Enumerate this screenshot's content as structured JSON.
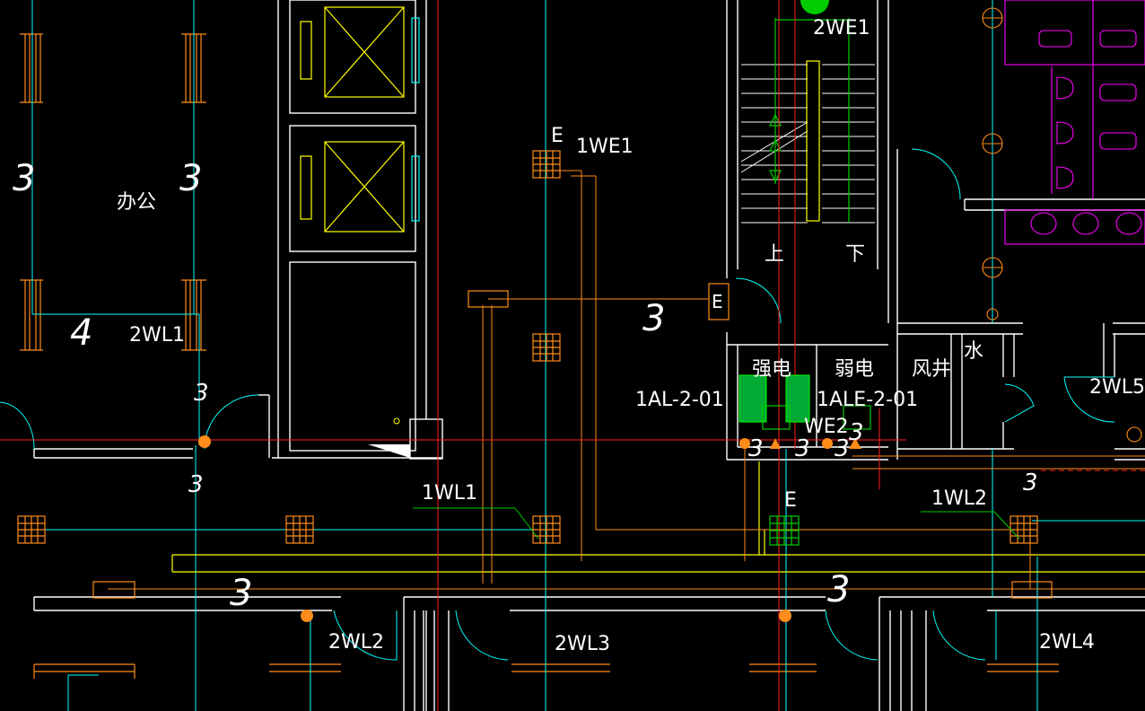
{
  "colors": {
    "wall": "#ffffff",
    "cyan": "#00ffff",
    "red": "#ff2020",
    "orange": "#ff8c1a",
    "yellow": "#ffff00",
    "green": "#00cc00",
    "magenta": "#ff00ff",
    "white": "#ffffff"
  },
  "rooms": {
    "office": "办公",
    "stairs_up": "上",
    "stairs_down": "下",
    "strong_elec": "强电",
    "weak_elec": "弱电",
    "air_shaft": "风井",
    "water": "水"
  },
  "circuits": {
    "c_2we1": "2WE1",
    "c_1we1": "1WE1",
    "c_2wl1": "2WL1",
    "c_1al": "1AL-2-01",
    "c_1ale": "1ALE-2-01",
    "c_we2": "WE2",
    "c_2wl5": "2WL5",
    "c_1wl1": "1WL1",
    "c_1wl2": "1WL2",
    "c_2wl2": "2WL2",
    "c_2wl3": "2WL3",
    "c_2wl4": "2WL4",
    "e_top": "E",
    "e_door": "E",
    "e_bottom": "E"
  },
  "handwritten": {
    "h1": "3",
    "h2": "3",
    "h3": "4",
    "h4": "3",
    "h5": "3",
    "h6": "3",
    "h7": "3",
    "h8": "3",
    "h9": "3",
    "h10": "3",
    "h11": "3",
    "h12": "3",
    "h13": "3"
  }
}
